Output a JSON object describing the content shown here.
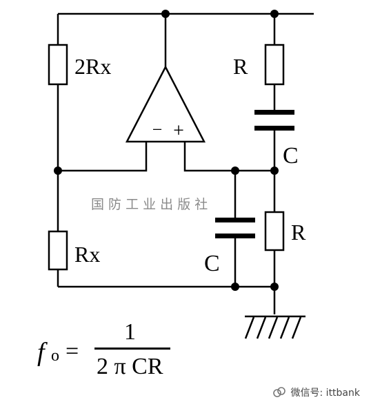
{
  "labels": {
    "r_top": "2Rx",
    "r_bottom": "Rx",
    "r_series": "R",
    "c_series": "C",
    "r_parallel": "R",
    "c_parallel": "C",
    "opamp_minus": "−",
    "opamp_plus": "+"
  },
  "watermark": "国 防 工 业 出 版 社",
  "formula": {
    "lhs_f": "f",
    "lhs_sub": "o",
    "equals": "=",
    "numerator": "1",
    "denominator": "2 π CR"
  },
  "footer": {
    "text": "微信号: ittbank",
    "icon": "wechat-icon"
  }
}
